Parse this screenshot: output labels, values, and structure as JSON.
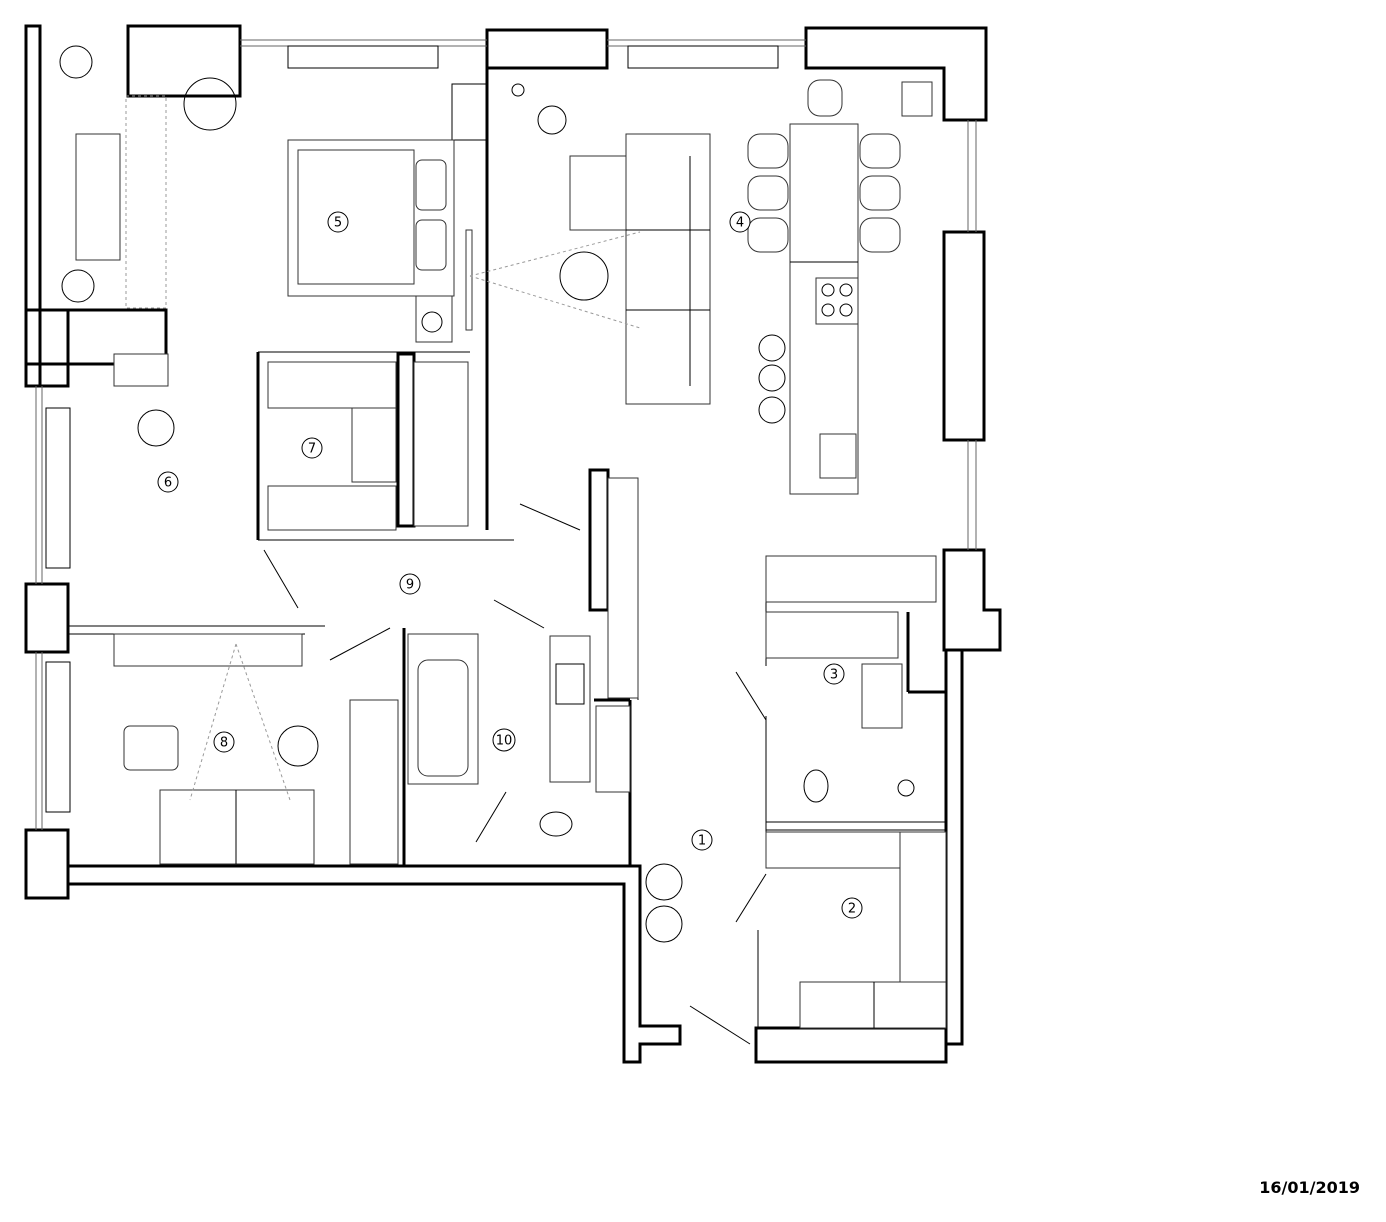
{
  "rooms": [
    {
      "number": "1"
    },
    {
      "number": "2"
    },
    {
      "number": "3"
    },
    {
      "number": "4"
    },
    {
      "number": "5"
    },
    {
      "number": "6"
    },
    {
      "number": "7"
    },
    {
      "number": "8"
    },
    {
      "number": "9"
    },
    {
      "number": "10"
    }
  ],
  "date_label": "16/01/2019"
}
